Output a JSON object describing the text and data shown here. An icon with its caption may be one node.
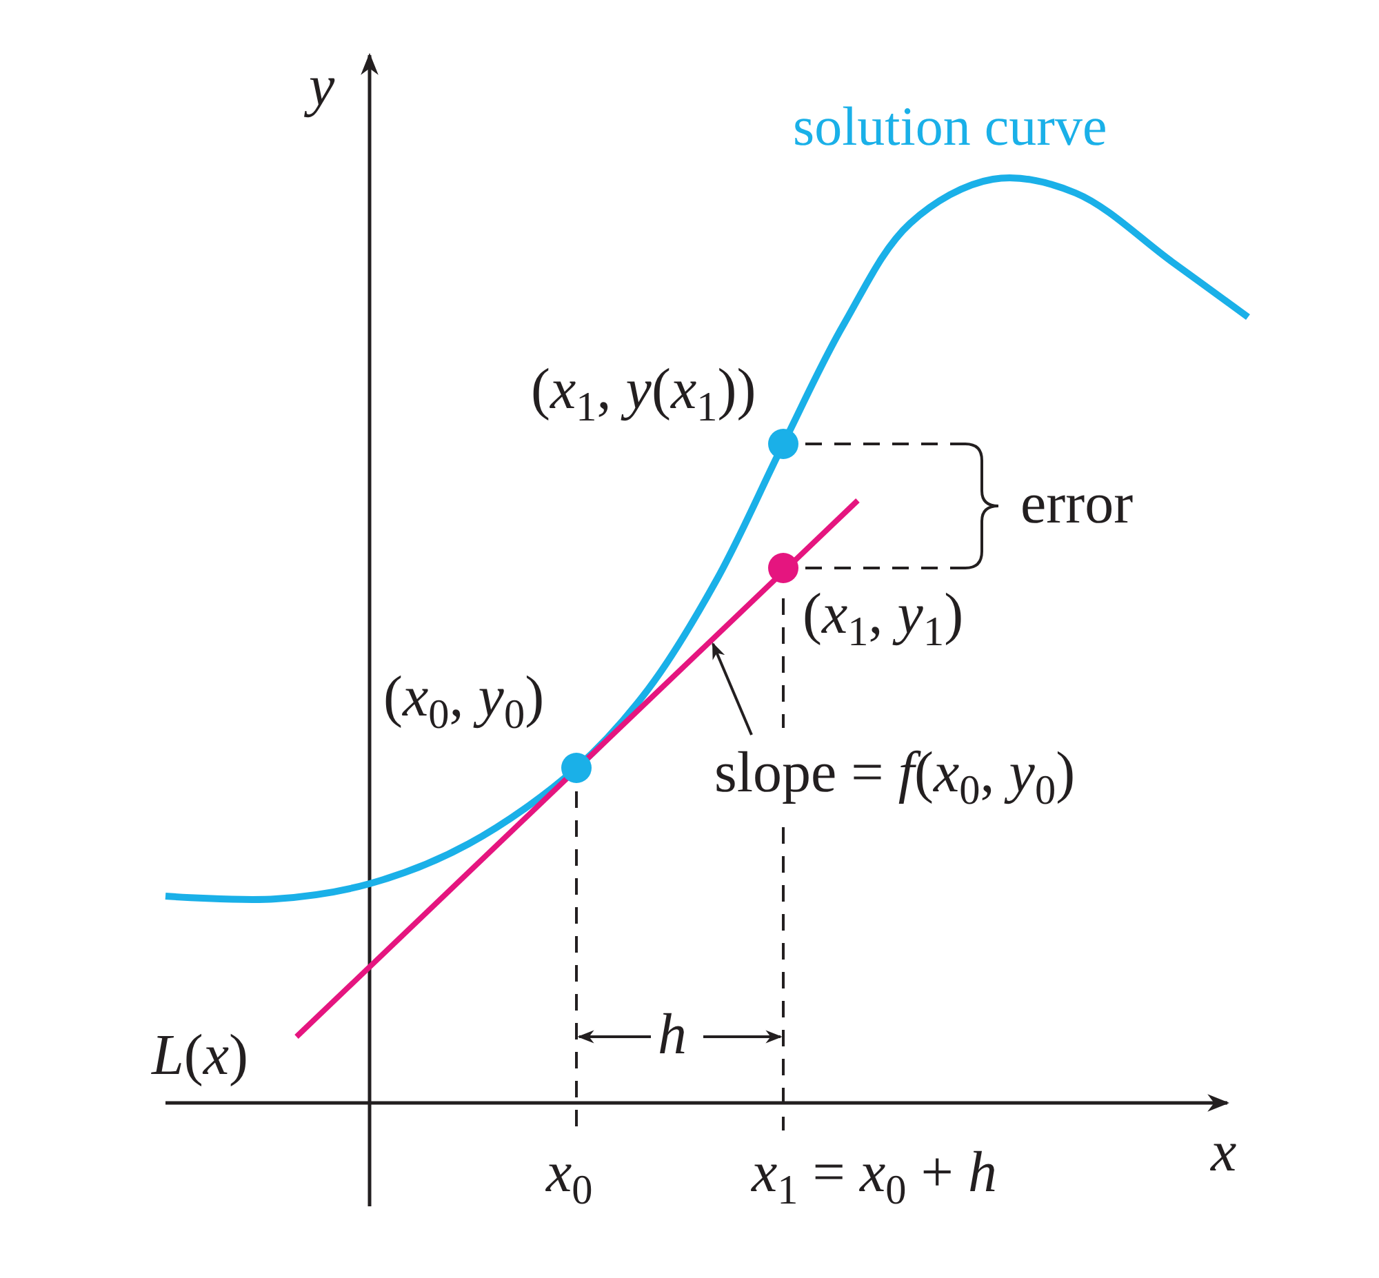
{
  "diagram": {
    "nodes": [
      {
        "text": [
          "slope = *f*(*x*$_{0}$, *y*$_{0}$)"
        ]
      },
      {
        "text": [],
        "shape": "line"
      }
    ],
    "edges": [
      {
        "from": 0,
        "to": 1,
        "arrow": "to"
      }
    ],
    "labels": [
      "*y*",
      "solution curve",
      "(*x*$_{1}$, *y*(*x*$_{1}$))",
      "error",
      "(*x*$_{1}$, *y*$_{1}$)",
      "(*x*$_{0}$, *y*$_{0}$)",
      "*L*(*x*)",
      "*h*",
      "*x*$_{0}$",
      "*x*$_{1}$ = *x*$_{0}$ + *h*",
      "*x*"
    ]
  }
}
